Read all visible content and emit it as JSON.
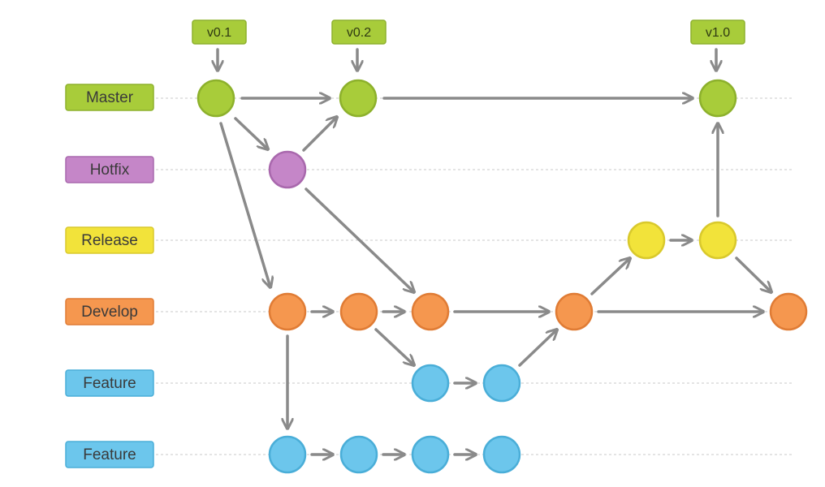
{
  "colors": {
    "master": "#a8cc3a",
    "hotfix": "#c586c8",
    "release": "#f2e33a",
    "develop": "#f5974f",
    "feature": "#6cc6ec",
    "arrow": "#8a8a8a",
    "guide": "#c8c8c8"
  },
  "branches": [
    {
      "id": "master",
      "label": "Master"
    },
    {
      "id": "hotfix",
      "label": "Hotfix"
    },
    {
      "id": "release",
      "label": "Release"
    },
    {
      "id": "develop",
      "label": "Develop"
    },
    {
      "id": "feature1",
      "label": "Feature"
    },
    {
      "id": "feature2",
      "label": "Feature"
    }
  ],
  "tags": [
    {
      "label": "v0.1",
      "commit": "m1"
    },
    {
      "label": "v0.2",
      "commit": "m2"
    },
    {
      "label": "v1.0",
      "commit": "m3"
    }
  ]
}
